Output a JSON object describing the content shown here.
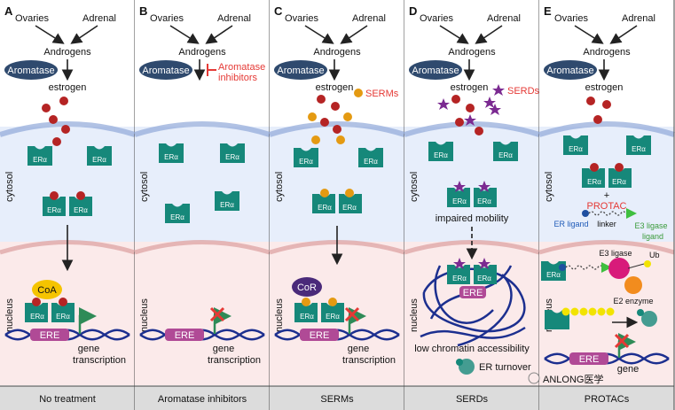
{
  "panels": [
    {
      "letter": "A",
      "footer": "No treatment"
    },
    {
      "letter": "B",
      "footer": "Aromatase inhibitors"
    },
    {
      "letter": "C",
      "footer": "SERMs"
    },
    {
      "letter": "D",
      "footer": "SERDs"
    },
    {
      "letter": "E",
      "footer": "PROTACs"
    }
  ],
  "common": {
    "ovaries": "Ovaries",
    "adrenal": "Adrenal",
    "androgens": "Androgens",
    "aromatase": "Aromatase",
    "estrogen": "estrogen",
    "cytosol": "cytosol",
    "nucleus": "nucleus",
    "era": "ERα",
    "ere": "ERE",
    "gene": "gene",
    "transcription": "transcription"
  },
  "panelA": {
    "coa": "CoA"
  },
  "panelB": {
    "inhibitor_line1": "Aromatase",
    "inhibitor_line2": "inhibitors"
  },
  "panelC": {
    "serms": "SERMs",
    "cor": "CoR"
  },
  "panelD": {
    "serds": "SERDs",
    "impaired": "impaired  mobility",
    "chromatin": "low chromatin accessibility",
    "turnover": "ER turnover"
  },
  "panelE": {
    "plus": "+",
    "protac": "PROTAC",
    "er_ligand": "ER ligand",
    "linker": "linker",
    "e3_ligand_1": "E3 ligase",
    "e3_ligand_2": "ligand",
    "e3_ligase": "E3 ligase",
    "ub": "Ub",
    "e2": "E2 enzyme"
  },
  "watermark": "ANLONG医学",
  "colors": {
    "teal": "#16887a",
    "aromatase": "#2f4a6e",
    "estrogen": "#b52424",
    "serm": "#e49a12",
    "serd": "#7b2a91",
    "ere": "#b04a96",
    "coa": "#f5c400",
    "cor": "#4a2a7a",
    "cytosol_bg": "#e7eefb",
    "nucleus_bg": "#fbeaea",
    "footer_bg": "#dcdcdc",
    "red": "#e53935",
    "green": "#2e8b57"
  }
}
